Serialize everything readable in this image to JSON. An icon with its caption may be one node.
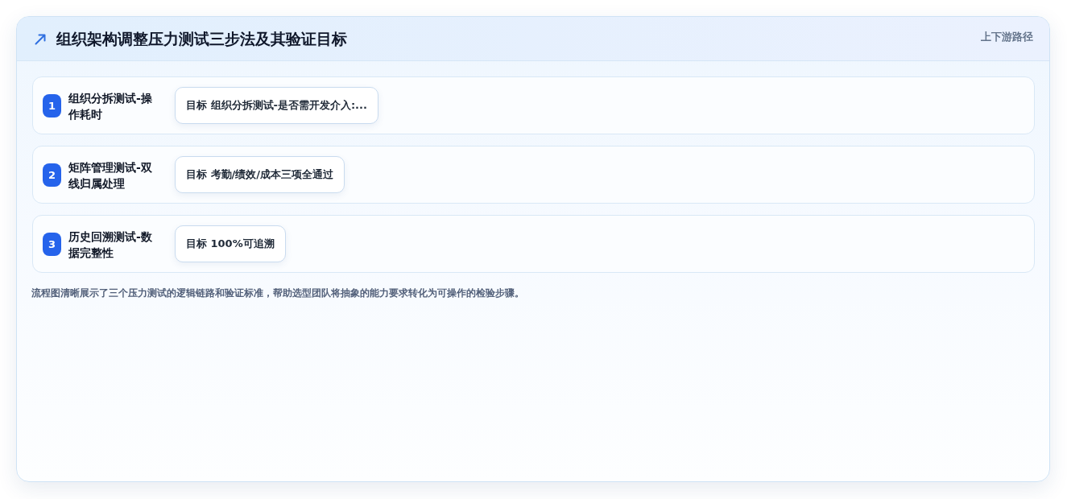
{
  "diagram": {
    "title": "组织架构调整压力测试三步法及其验证目标",
    "caption": "流程图清晰展示了三个压力测试的逻辑链路和验证标准，帮助选型团队将抽象的能力要求转化为可操作的检验步骤。",
    "nodes": [
      {
        "text": [
          "组织分拆测试-操作耗时"
        ]
      },
      {
        "text": [
          "1"
        ],
        "in": 0
      },
      {
        "text": [
          "目标 组织分拆测试-是否需开发介入:..."
        ],
        "in": 0
      },
      {
        "text": [
          "矩阵管理测试-双线归属处理"
        ]
      },
      {
        "text": [
          "2"
        ],
        "in": 3
      },
      {
        "text": [
          "目标 考勤/绩效/成本三项全通过"
        ],
        "in": 3
      },
      {
        "text": [
          "历史回溯测试-数据完整性"
        ]
      },
      {
        "text": [
          "3"
        ],
        "in": 6
      },
      {
        "text": [
          "目标 100%可追溯"
        ],
        "in": 6
      }
    ],
    "labels": [
      "上下游路径"
    ]
  }
}
